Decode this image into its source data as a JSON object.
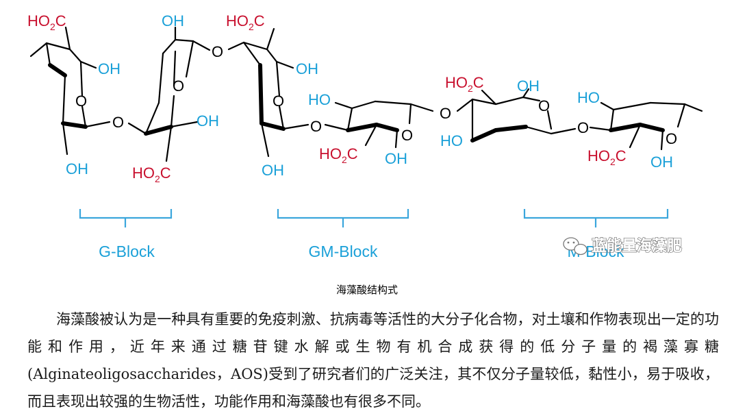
{
  "figure": {
    "substituents": {
      "hydroxyl": "OH",
      "ho": "HO",
      "carboxyl_prefix": "HO",
      "carboxyl_sub": "2",
      "carboxyl_suffix": "C",
      "ring_oxygen": "O",
      "glycosidic_oxygen": "O"
    },
    "blocks": [
      {
        "label": "G-Block"
      },
      {
        "label": "GM-Block"
      },
      {
        "label": "M-Block"
      }
    ],
    "watermark": {
      "text": "蓝能量海藻肥",
      "icon": "wechat-icon"
    },
    "colors": {
      "hydroxyl": "#1aa0d8",
      "carboxyl": "#c8102e",
      "brace": "#3aa6dc"
    }
  },
  "caption": "海藻酸结构式",
  "paragraph": "海藻酸被认为是一种具有重要的免疫刺激、抗病毒等活性的大分子化合物，对土壤和作物表现出一定的功能和作用，近年来通过糖苷键水解或生物有机合成获得的低分子量的褐藻寡糖(Alginateoligosaccharides，AOS)受到了研究者们的广泛关注，其不仅分子量较低，黏性小，易于吸收，而且表现出较强的生物活性，功能作用和海藻酸也有很多不同。"
}
